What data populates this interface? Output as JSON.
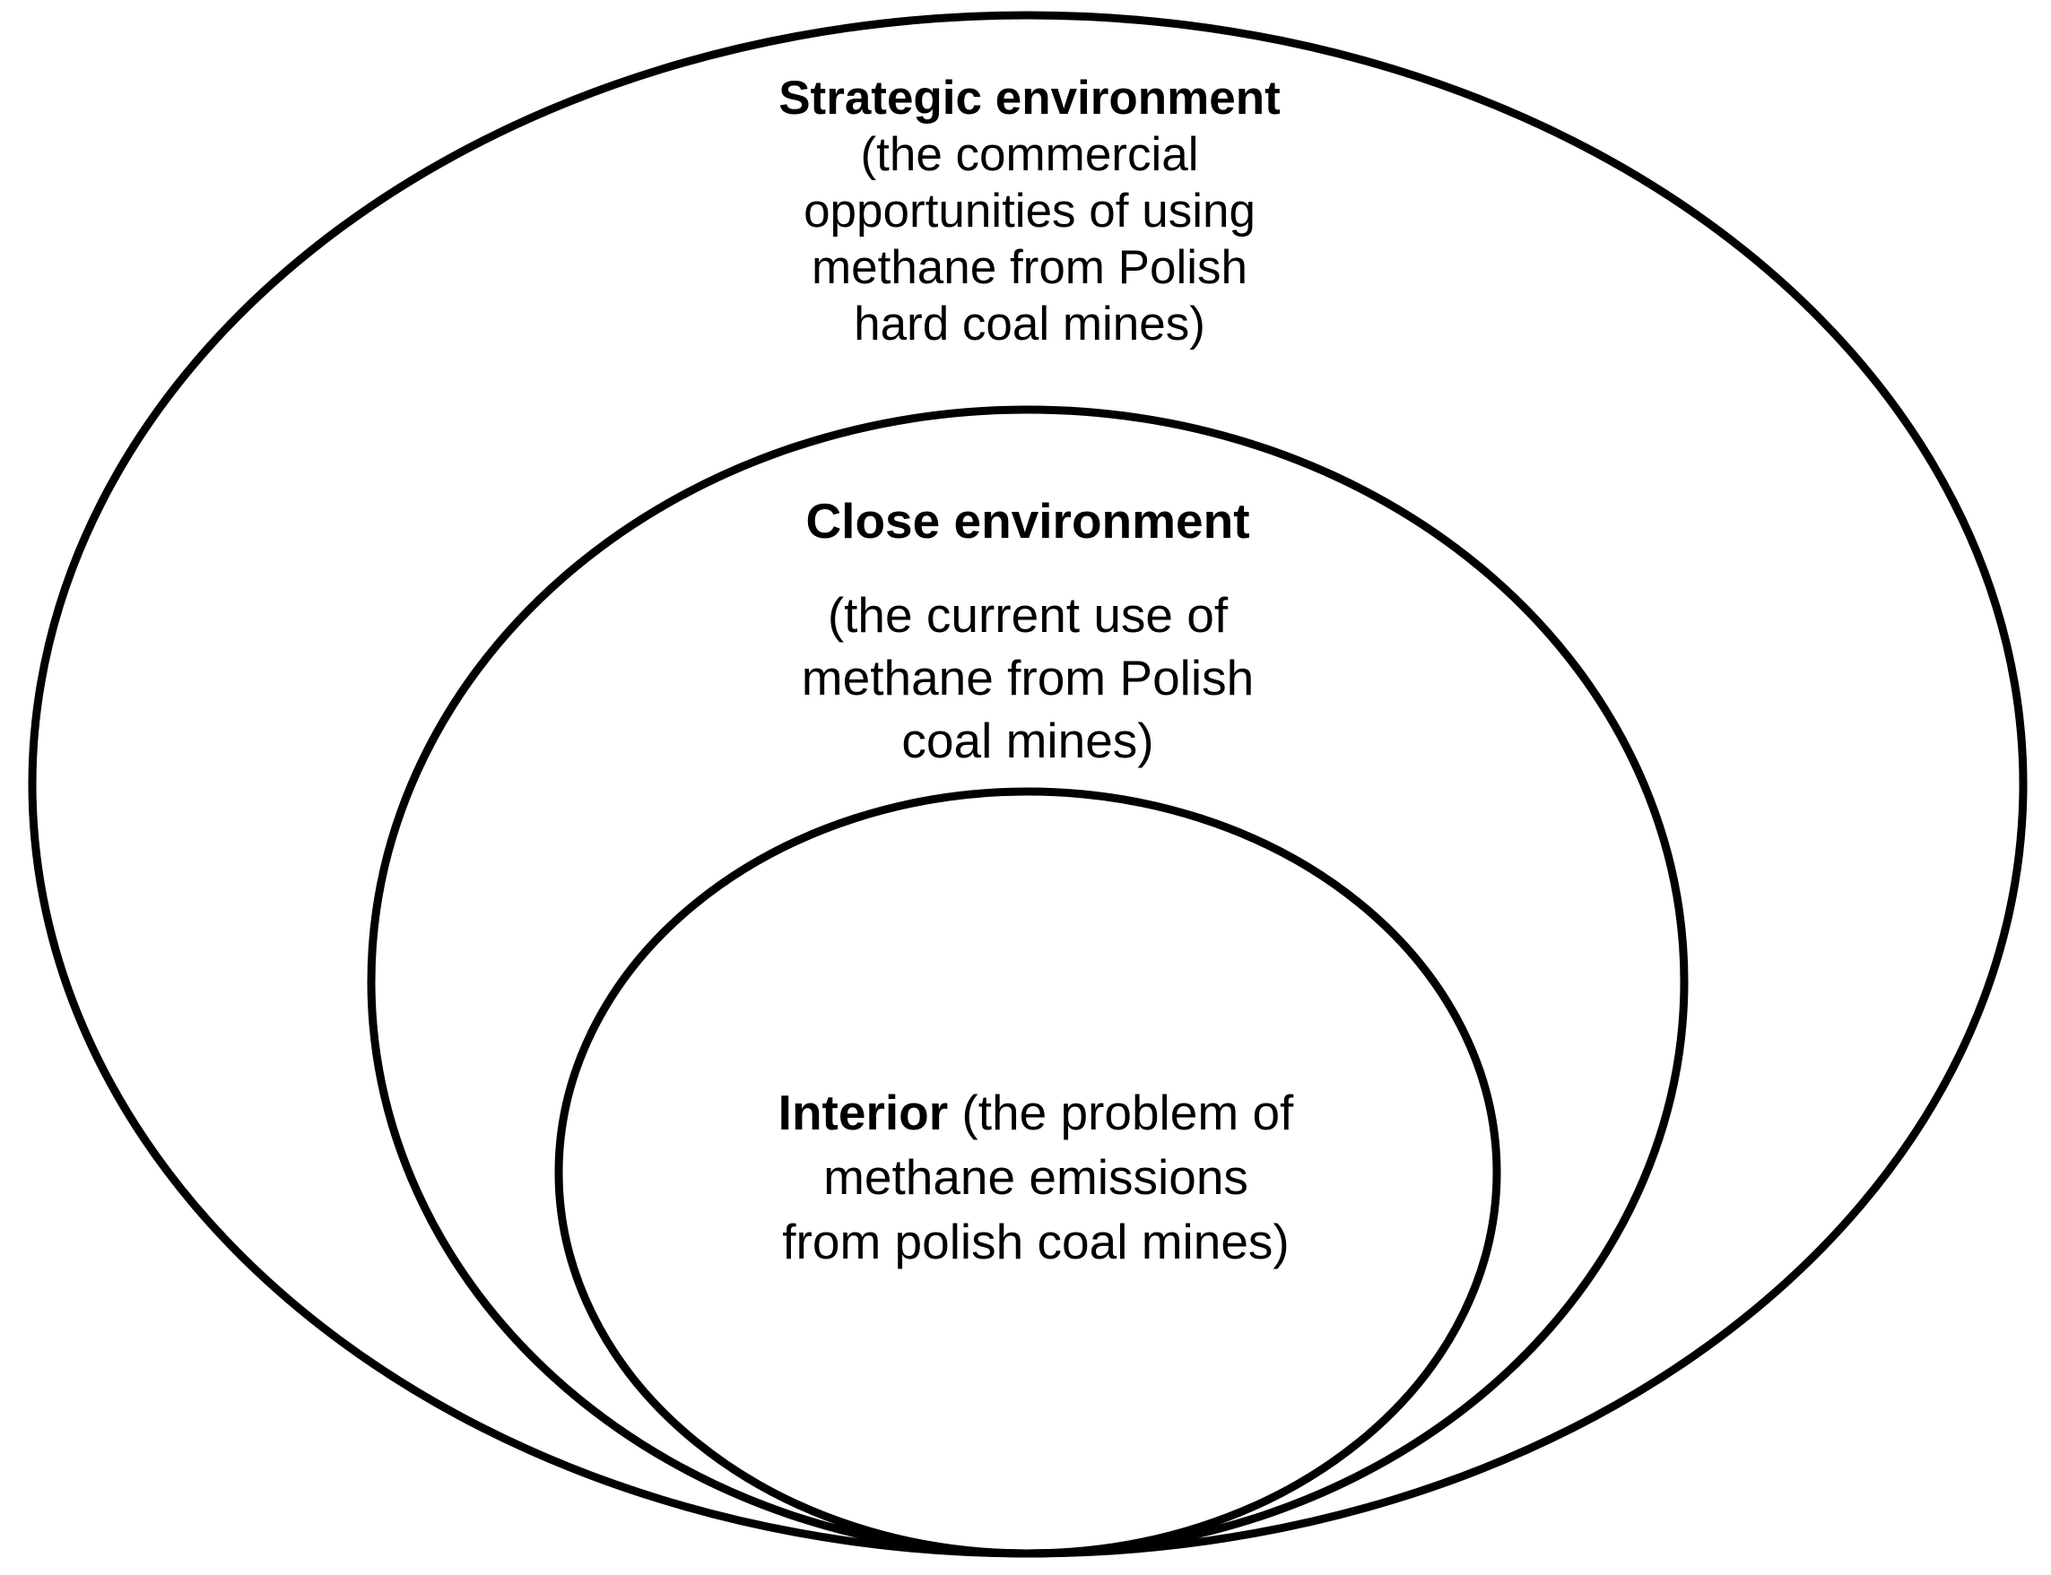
{
  "colors": {
    "background": "#ffffff",
    "ring_stroke": "#000000",
    "text": "#000000"
  },
  "diagram": {
    "type": "nested-ellipses",
    "rings": [
      {
        "name": "strategic-environment",
        "title": "Strategic environment",
        "lines": [
          "(the commercial",
          "opportunities of using",
          "methane from Polish",
          "hard coal mines)"
        ]
      },
      {
        "name": "close-environment",
        "title": "Close environment",
        "lines": [
          "(the current use of",
          "methane from Polish",
          "coal mines)"
        ]
      },
      {
        "name": "interior",
        "title": "Interior",
        "lines": [
          "(the problem of",
          "methane emissions",
          "from polish coal mines)"
        ]
      }
    ]
  }
}
